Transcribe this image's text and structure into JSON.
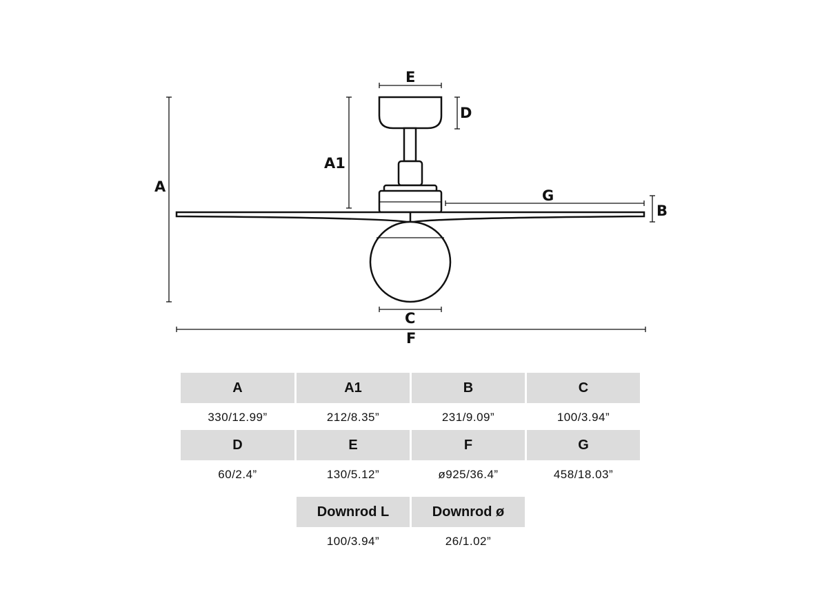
{
  "diagram": {
    "labels": {
      "A": "A",
      "A1": "A1",
      "B": "B",
      "C": "C",
      "D": "D",
      "E": "E",
      "F": "F",
      "G": "G"
    }
  },
  "table": {
    "rows": [
      [
        {
          "header": "A",
          "value": "330/12.99”"
        },
        {
          "header": "A1",
          "value": "212/8.35”"
        },
        {
          "header": "B",
          "value": "231/9.09”"
        },
        {
          "header": "C",
          "value": "100/3.94”"
        }
      ],
      [
        {
          "header": "D",
          "value": "60/2.4”"
        },
        {
          "header": "E",
          "value": "130/5.12”"
        },
        {
          "header": "F",
          "value": "ø925/36.4”"
        },
        {
          "header": "G",
          "value": "458/18.03”"
        }
      ],
      [
        {
          "header": "Downrod L",
          "value": "100/3.94”"
        },
        {
          "header": "Downrod ø",
          "value": "26/1.02”"
        }
      ]
    ]
  }
}
